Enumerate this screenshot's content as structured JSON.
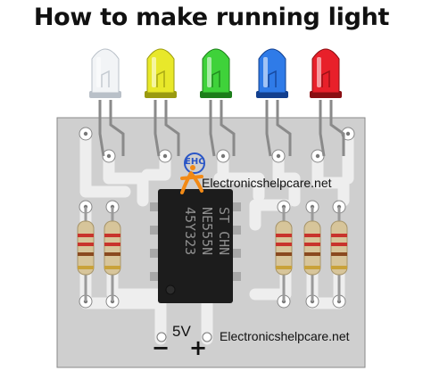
{
  "title": "How to make running light",
  "website_top": "Electronicshelpcare.net",
  "website_bottom": "Electronicshelpcare.net",
  "logo_text": "EHC",
  "power": {
    "voltage": "5V",
    "negative": "−",
    "positive": "+"
  },
  "chip": {
    "lines": [
      "ST CHN",
      "NE555N",
      "45Y323"
    ]
  },
  "leds": [
    {
      "color": "white",
      "body": "#f2f4f6",
      "dark": "#b9c0c8"
    },
    {
      "color": "yellow",
      "body": "#e8e82a",
      "dark": "#9a9a10"
    },
    {
      "color": "green",
      "body": "#3fd23a",
      "dark": "#1c7d1a"
    },
    {
      "color": "blue",
      "body": "#2f7be8",
      "dark": "#123f8e"
    },
    {
      "color": "red",
      "body": "#e8202a",
      "dark": "#8a0e12"
    }
  ],
  "colors": {
    "board": "#cfcfcf",
    "copper": "#e6e6e6",
    "chip": "#1c1c1c",
    "resistor": "#d7c59a"
  }
}
